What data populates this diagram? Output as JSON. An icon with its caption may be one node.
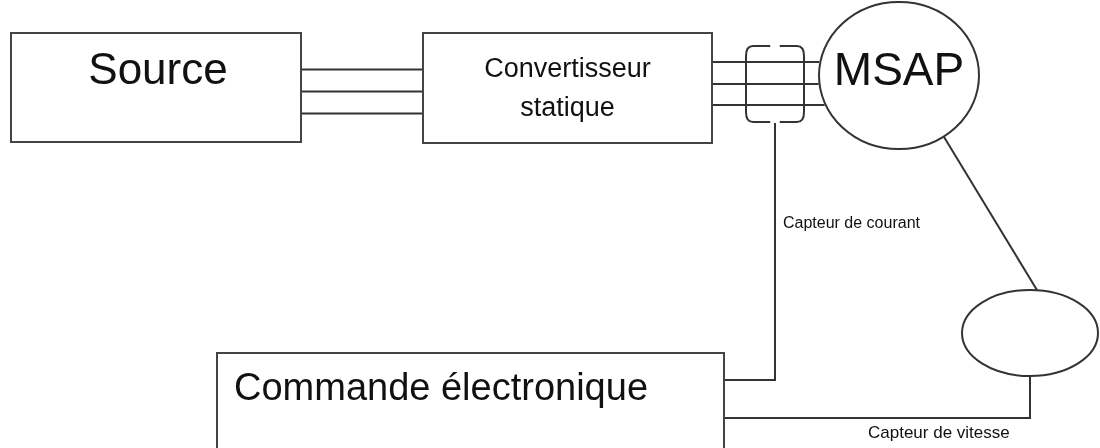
{
  "diagram": {
    "nodes": [
      {
        "text": [
          "Source"
        ]
      },
      {
        "text": [
          "Convertisseur statique"
        ]
      },
      {
        "text": [],
        "shape": "cylinder"
      },
      {
        "text": [
          "MSAP"
        ]
      },
      {
        "text": [],
        "shape": "ellipse"
      },
      {
        "text": [
          "Commande électronique"
        ]
      }
    ],
    "edges": [
      {
        "from": 0,
        "to": 1,
        "arrow": "none"
      },
      {
        "from": 0,
        "to": 1,
        "arrow": "none"
      },
      {
        "from": 0,
        "to": 1,
        "arrow": "none"
      },
      {
        "from": 1,
        "to": 2,
        "arrow": "none"
      },
      {
        "from": 1,
        "to": 2,
        "arrow": "none"
      },
      {
        "from": 1,
        "to": 2,
        "arrow": "none"
      },
      {
        "from": 2,
        "to": 3,
        "arrow": "none"
      },
      {
        "from": 2,
        "to": 3,
        "arrow": "none"
      },
      {
        "from": 2,
        "to": 3,
        "arrow": "none"
      },
      {
        "from": 2,
        "to": 5,
        "arrow": "none",
        "label": "Capteur de courant"
      },
      {
        "from": 3,
        "to": 4,
        "arrow": "none"
      },
      {
        "from": 4,
        "to": 5,
        "arrow": "none",
        "label": "Capteur de vitesse"
      }
    ]
  }
}
